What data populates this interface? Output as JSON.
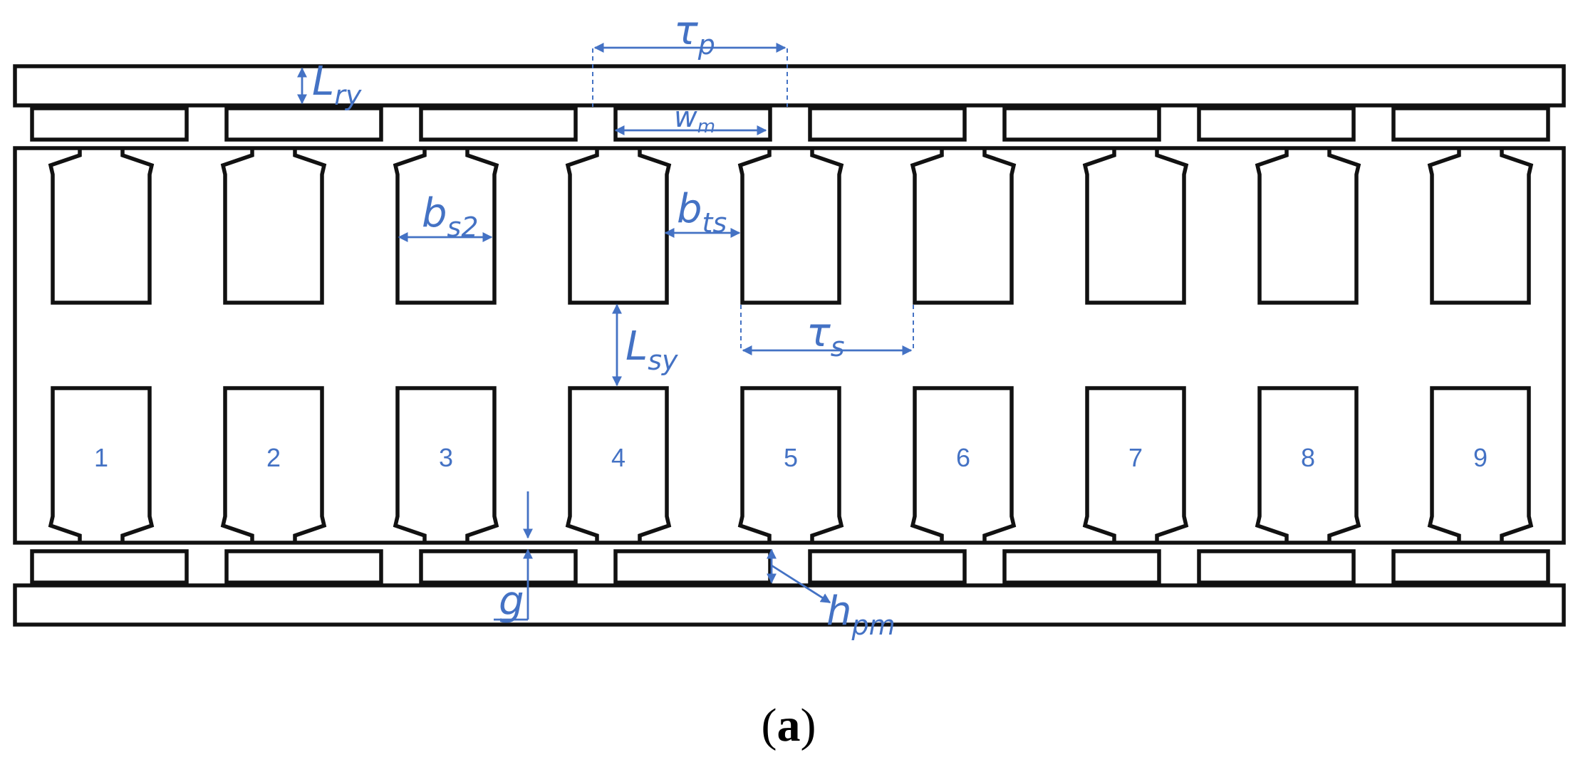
{
  "caption": {
    "open": "(",
    "letter": "a",
    "close": ")"
  },
  "slot_numbers": [
    "1",
    "2",
    "3",
    "4",
    "5",
    "6",
    "7",
    "8",
    "9"
  ],
  "dimensions": {
    "tau_p": {
      "main": "τ",
      "sub": "p"
    },
    "L_ry": {
      "main": "L",
      "sub": "ry"
    },
    "w_m": {
      "main": "w",
      "sub": "m"
    },
    "b_s2": {
      "main": "b",
      "sub": "s2"
    },
    "b_ts": {
      "main": "b",
      "sub": "ts"
    },
    "L_sy": {
      "main": "L",
      "sub": "sy"
    },
    "tau_s": {
      "main": "τ",
      "sub": "s"
    },
    "g": {
      "main": "g"
    },
    "h_pm": {
      "main": "h",
      "sub": "pm"
    }
  },
  "colors": {
    "outline": "#111111",
    "dimension": "#4472C4"
  }
}
